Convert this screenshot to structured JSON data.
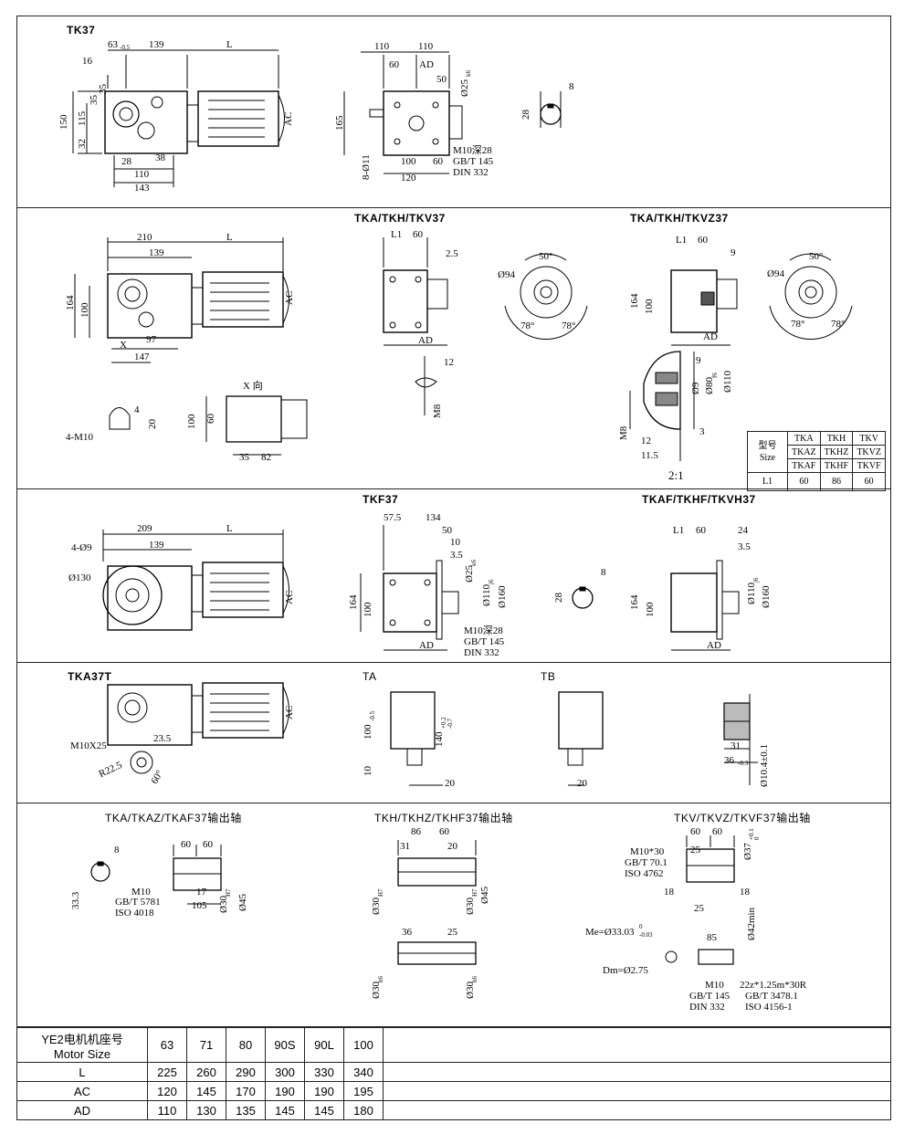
{
  "sections": {
    "tk37": {
      "title": "TK37",
      "dims": [
        "63",
        "-0.5",
        "139",
        "L",
        "16",
        "35",
        "35",
        "150",
        "115",
        "32",
        "28",
        "38",
        "110",
        "143",
        "AC",
        "110",
        "110",
        "60",
        "AD",
        "50",
        "Ø25",
        "k6",
        "165",
        "100",
        "60",
        "120",
        "8-Ø11",
        "M10深28",
        "GB/T 145",
        "DIN 332",
        "8",
        "28"
      ]
    },
    "tka": {
      "title": "TKA/TKH/TKV37",
      "dims": [
        "210",
        "139",
        "L",
        "164",
        "100",
        "AC",
        "X",
        "97",
        "147",
        "L1",
        "60",
        "2.5",
        "AD",
        "Ø94",
        "50°",
        "78°",
        "78°",
        "12",
        "M8",
        "4",
        "20",
        "4-M10",
        "X  向",
        "100",
        "60",
        "35",
        "82"
      ]
    },
    "tkaz": {
      "title": "TKA/TKH/TKVZ37",
      "dims": [
        "L1",
        "60",
        "9",
        "164",
        "100",
        "AD",
        "Ø94",
        "50°",
        "78°",
        "78°",
        "9",
        "Ø80",
        "f6",
        "Ø9",
        "Ø110",
        "M8",
        "12",
        "3",
        "11.5",
        "2:1"
      ],
      "table": {
        "header_label": "型号",
        "header_label2": "Size",
        "rows": [
          [
            "TKA",
            "TKH",
            "TKV"
          ],
          [
            "TKAZ",
            "TKHZ",
            "TKVZ"
          ],
          [
            "TKAF",
            "TKHF",
            "TKVF"
          ]
        ],
        "l1_label": "L1",
        "l1_values": [
          "60",
          "86",
          "60"
        ]
      }
    },
    "tkf": {
      "title": "TKF37",
      "dims": [
        "209",
        "139",
        "L",
        "4-Ø9",
        "Ø130",
        "AC",
        "57.5",
        "134",
        "50",
        "10",
        "3.5",
        "Ø25",
        "k6",
        "Ø110",
        "j6",
        "Ø160",
        "164",
        "100",
        "AD",
        "M10深28",
        "GB/T 145",
        "DIN 332",
        "8",
        "28"
      ]
    },
    "tkaf": {
      "title": "TKAF/TKHF/TKVH37",
      "dims": [
        "L1",
        "60",
        "24",
        "3.5",
        "Ø110",
        "j6",
        "Ø160",
        "164",
        "100",
        "AD"
      ]
    },
    "tka37t": {
      "title": "TKA37T",
      "dims": [
        "AC",
        "23.5",
        "M10X25",
        "R22.5",
        "60°",
        "TA",
        "TB",
        "100",
        "-0.5",
        "140",
        "+0.2",
        "-0.7",
        "10",
        "20",
        "20",
        "31",
        "36",
        "-0.3",
        "Ø10.4±0.1"
      ]
    },
    "shafts": {
      "a_title": "TKA/TKAZ/TKAF37输出轴",
      "a_dims": [
        "8",
        "33.3",
        "60",
        "60",
        "M10",
        "GB/T 5781",
        "ISO 4018",
        "17",
        "105",
        "Ø30",
        "H7",
        "Ø45"
      ],
      "h_title": "TKH/TKHZ/TKHF37输出轴",
      "h_dims": [
        "86",
        "60",
        "31",
        "20",
        "Ø30",
        "H7",
        "Ø30",
        "H7",
        "Ø45",
        "36",
        "25",
        "Ø30",
        "h6",
        "Ø30",
        "h6"
      ],
      "v_title": "TKV/TKVZ/TKVF37输出轴",
      "v_dims": [
        "60",
        "60",
        "M10*30",
        "GB/T 70.1",
        "ISO 4762",
        "25",
        "Ø37",
        "+0.1",
        "0",
        "18",
        "18",
        "25",
        "Ø42min",
        "Me=Ø33.03",
        "0",
        "-0.03",
        "85",
        "Dm=Ø2.75",
        "M10",
        "GB/T 145",
        "DIN 332",
        "22z*1.25m*30R",
        "GB/T 3478.1",
        "ISO 4156-1"
      ]
    }
  },
  "motor_table": {
    "header1": "YE2电机机座号",
    "header2": "Motor Size",
    "sizes": [
      "63",
      "71",
      "80",
      "90S",
      "90L",
      "100"
    ],
    "rows": [
      {
        "label": "L",
        "values": [
          "225",
          "260",
          "290",
          "300",
          "330",
          "340"
        ]
      },
      {
        "label": "AC",
        "values": [
          "120",
          "145",
          "170",
          "190",
          "190",
          "195"
        ]
      },
      {
        "label": "AD",
        "values": [
          "110",
          "130",
          "135",
          "145",
          "145",
          "180"
        ]
      }
    ]
  }
}
